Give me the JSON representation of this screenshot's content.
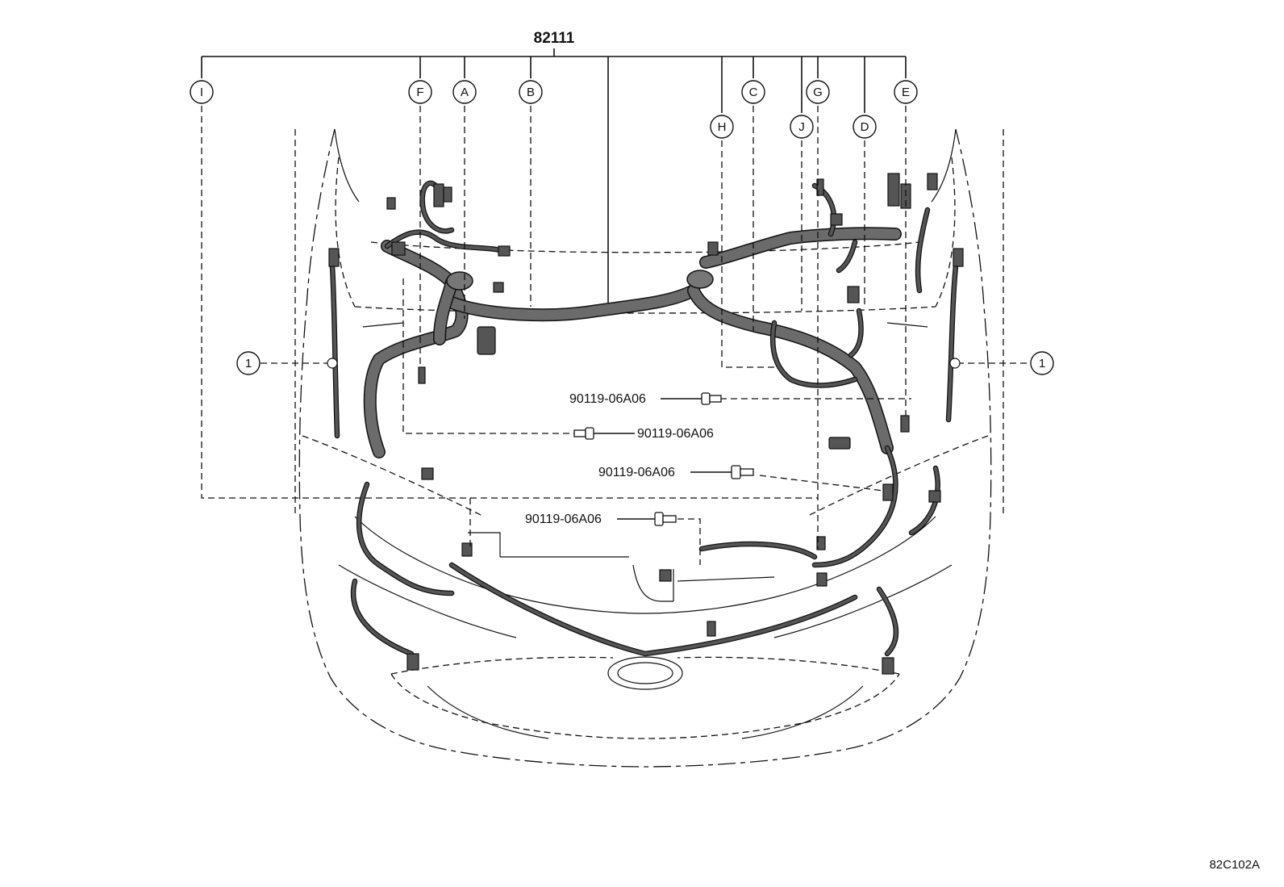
{
  "part_number": "82111",
  "callouts": {
    "i": "I",
    "f": "F",
    "a": "A",
    "b": "B",
    "c": "C",
    "g": "G",
    "e": "E",
    "h": "H",
    "j": "J",
    "d": "D",
    "one_left": "1",
    "one_right": "1"
  },
  "bolts": {
    "bolt1": "90119-06A06",
    "bolt2": "90119-06A06",
    "bolt3": "90119-06A06",
    "bolt4": "90119-06A06"
  },
  "figure_code": "82C102A"
}
